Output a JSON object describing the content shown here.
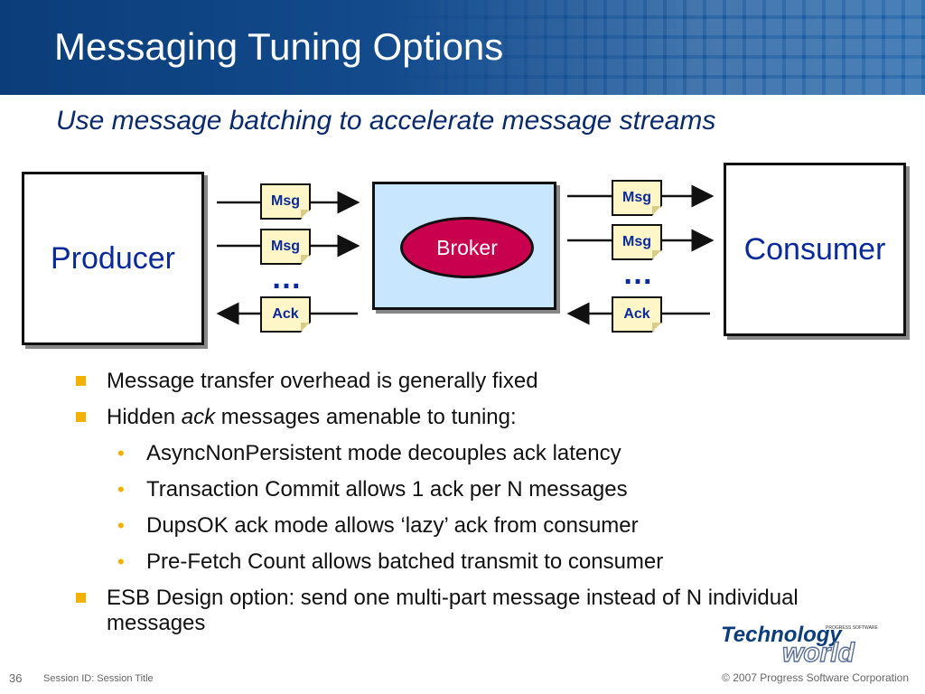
{
  "header": {
    "title": "Messaging Tuning Options",
    "colors": {
      "banner": "#154f92",
      "title_text": "#ffffff"
    }
  },
  "subtitle": "Use message batching to accelerate message streams",
  "diagram": {
    "producer_label": "Producer",
    "consumer_label": "Consumer",
    "broker_label": "Broker",
    "left_messages": [
      "Msg",
      "Msg"
    ],
    "right_messages": [
      "Msg",
      "Msg"
    ],
    "ellipsis": "…",
    "left_ack": "Ack",
    "right_ack": "Ack",
    "colors": {
      "broker_fill": "#c9e6ff",
      "broker_oval": "#c8004e",
      "message_fill": "#fff6c8",
      "label_text": "#0a2a9b"
    }
  },
  "bullets": [
    {
      "level": 1,
      "parts": [
        {
          "text": "Message transfer overhead is generally fixed",
          "italic": false
        }
      ]
    },
    {
      "level": 1,
      "parts": [
        {
          "text": "Hidden ",
          "italic": false
        },
        {
          "text": "ack",
          "italic": true
        },
        {
          "text": " messages amenable to tuning:",
          "italic": false
        }
      ]
    },
    {
      "level": 2,
      "parts": [
        {
          "text": "AsyncNonPersistent mode decouples ack latency",
          "italic": false
        }
      ]
    },
    {
      "level": 2,
      "parts": [
        {
          "text": "Transaction Commit allows 1 ack per N messages",
          "italic": false
        }
      ]
    },
    {
      "level": 2,
      "parts": [
        {
          "text": "DupsOK ack mode allows ‘lazy’ ack from consumer",
          "italic": false
        }
      ]
    },
    {
      "level": 2,
      "parts": [
        {
          "text": "Pre-Fetch Count allows batched transmit to consumer",
          "italic": false
        }
      ]
    },
    {
      "level": 1,
      "parts": [
        {
          "text": "ESB Design option: send one multi-part message instead of N individual messages",
          "italic": false
        }
      ]
    }
  ],
  "bullet_color": "#f3b000",
  "footer": {
    "slide_number": "36",
    "session": "Session ID: Session Title",
    "copyright": "© 2007 Progress Software Corporation"
  },
  "logo": {
    "word1": "Technology",
    "word2": "world",
    "tagline": "PROGRESS SOFTWARE"
  }
}
